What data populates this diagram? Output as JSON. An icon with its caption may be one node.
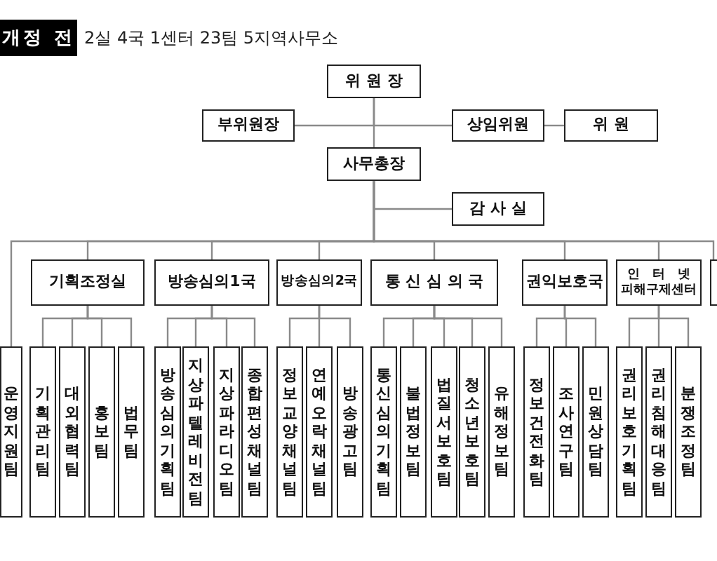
{
  "diagram": {
    "title": "개정 전",
    "nodes": [
      {
        "text": [
          "위 원 장"
        ]
      },
      {
        "text": [
          "부위원장"
        ]
      },
      {
        "text": [
          "상임위원"
        ]
      },
      {
        "text": [
          "위 원"
        ]
      },
      {
        "text": [
          "사무총장"
        ]
      },
      {
        "text": [
          "감 사 실"
        ]
      },
      {
        "text": [
          "운영지원팀"
        ]
      },
      {
        "text": [
          "기획조정실"
        ]
      },
      {
        "text": [
          "방송심의1국"
        ]
      },
      {
        "text": [
          "방송심의2국"
        ]
      },
      {
        "text": [
          "통 신 심 의 국"
        ]
      },
      {
        "text": [
          "권익보호국"
        ]
      },
      {
        "text": [
          "인 터 넷 피해구제센터"
        ]
      },
      {
        "text": [],
        "shape": "box"
      },
      {
        "text": [
          "기획관리팀"
        ]
      },
      {
        "text": [
          "대외협력팀"
        ]
      },
      {
        "text": [
          "홍보팀"
        ]
      },
      {
        "text": [
          "법무팀"
        ]
      },
      {
        "text": [
          "방송심의기획팀"
        ]
      },
      {
        "text": [
          "지상파텔레비전팀"
        ]
      },
      {
        "text": [
          "지상파라디오팀"
        ]
      },
      {
        "text": [
          "종합편성채널팀"
        ]
      },
      {
        "text": [
          "정보교양채널팀"
        ]
      },
      {
        "text": [
          "연예오락채널팀"
        ]
      },
      {
        "text": [
          "방송광고팀"
        ]
      },
      {
        "text": [
          "통신심의기획팀"
        ]
      },
      {
        "text": [
          "불법정보팀"
        ]
      },
      {
        "text": [
          "법질서보호팀"
        ]
      },
      {
        "text": [
          "청소년보호팀"
        ]
      },
      {
        "text": [
          "유해정보팀"
        ]
      },
      {
        "text": [
          "정보건전화팀"
        ]
      },
      {
        "text": [
          "조사연구팀"
        ]
      },
      {
        "text": [
          "민원상담팀"
        ]
      },
      {
        "text": [
          "권리보호기획팀"
        ]
      },
      {
        "text": [
          "권리침해대응팀"
        ]
      },
      {
        "text": [
          "분쟁조정팀"
        ]
      }
    ],
    "edges": [
      {
        "from": 0,
        "to": 1,
        "arrow": "none"
      },
      {
        "from": 0,
        "to": 2,
        "arrow": "none"
      },
      {
        "from": 2,
        "to": 3,
        "arrow": "none"
      },
      {
        "from": 0,
        "to": 4,
        "arrow": "none"
      },
      {
        "from": 4,
        "to": 5,
        "arrow": "none"
      },
      {
        "from": 4,
        "to": 6,
        "arrow": "none"
      },
      {
        "from": 4,
        "to": 7,
        "arrow": "none"
      },
      {
        "from": 4,
        "to": 8,
        "arrow": "none"
      },
      {
        "from": 4,
        "to": 9,
        "arrow": "none"
      },
      {
        "from": 4,
        "to": 10,
        "arrow": "none"
      },
      {
        "from": 4,
        "to": 11,
        "arrow": "none"
      },
      {
        "from": 4,
        "to": 12,
        "arrow": "none"
      },
      {
        "from": 4,
        "to": 13,
        "arrow": "none"
      },
      {
        "from": 7,
        "to": 14,
        "arrow": "none"
      },
      {
        "from": 7,
        "to": 15,
        "arrow": "none"
      },
      {
        "from": 7,
        "to": 16,
        "arrow": "none"
      },
      {
        "from": 7,
        "to": 17,
        "arrow": "none"
      },
      {
        "from": 8,
        "to": 18,
        "arrow": "none"
      },
      {
        "from": 8,
        "to": 19,
        "arrow": "none"
      },
      {
        "from": 8,
        "to": 20,
        "arrow": "none"
      },
      {
        "from": 8,
        "to": 21,
        "arrow": "none"
      },
      {
        "from": 9,
        "to": 22,
        "arrow": "none"
      },
      {
        "from": 9,
        "to": 23,
        "arrow": "none"
      },
      {
        "from": 9,
        "to": 24,
        "arrow": "none"
      },
      {
        "from": 10,
        "to": 25,
        "arrow": "none"
      },
      {
        "from": 10,
        "to": 26,
        "arrow": "none"
      },
      {
        "from": 10,
        "to": 27,
        "arrow": "none"
      },
      {
        "from": 10,
        "to": 28,
        "arrow": "none"
      },
      {
        "from": 10,
        "to": 29,
        "arrow": "none"
      },
      {
        "from": 11,
        "to": 30,
        "arrow": "none"
      },
      {
        "from": 11,
        "to": 31,
        "arrow": "none"
      },
      {
        "from": 11,
        "to": 32,
        "arrow": "none"
      },
      {
        "from": 12,
        "to": 33,
        "arrow": "none"
      },
      {
        "from": 12,
        "to": 34,
        "arrow": "none"
      },
      {
        "from": 12,
        "to": 35,
        "arrow": "none"
      }
    ],
    "labels": [
      "2실 4국 1센터 23팀 5지역사무소"
    ]
  }
}
